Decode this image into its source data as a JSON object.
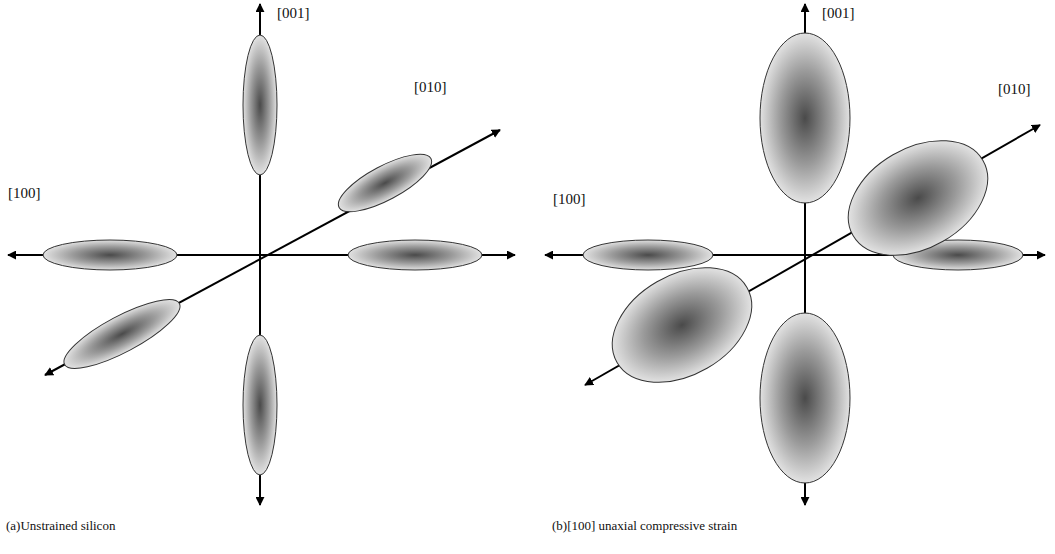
{
  "diagram": {
    "labels": [
      "[001]",
      "[010]",
      "[100]",
      "(a)Unstrained silicon",
      "[001]",
      "[010]",
      "[100]",
      "(b)[100] unaxial compressive strain"
    ]
  }
}
